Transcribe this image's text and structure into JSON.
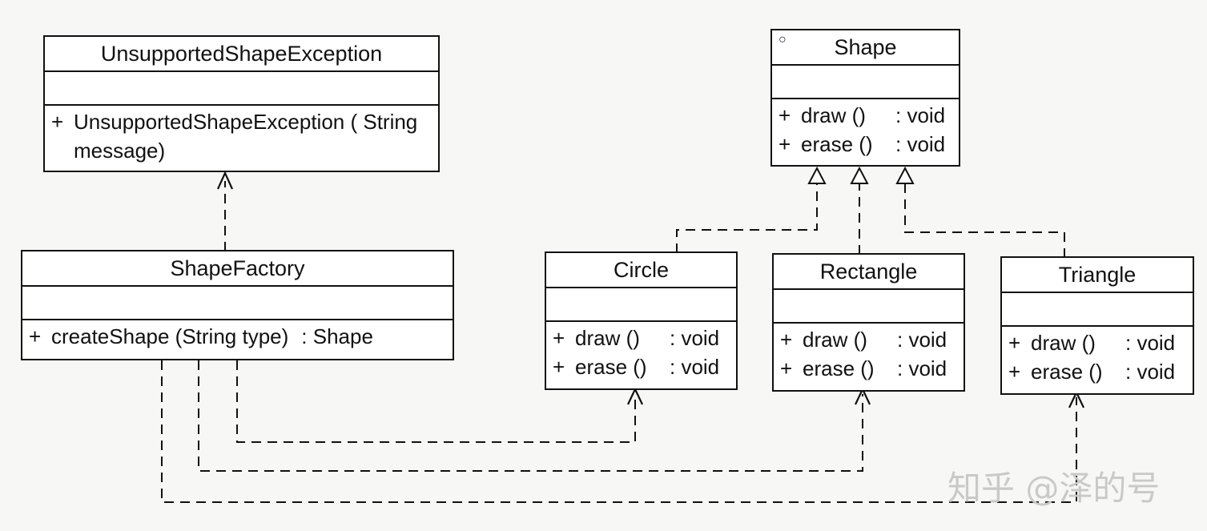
{
  "classes": {
    "exception": {
      "name": "UnsupportedShapeException",
      "operations": [
        {
          "visibility": "+",
          "signature": "UnsupportedShapeException ( String message)"
        }
      ]
    },
    "factory": {
      "name": "ShapeFactory",
      "operations": [
        {
          "visibility": "+",
          "signature": "createShape (String type)",
          "returns": ": Shape"
        }
      ]
    },
    "shape": {
      "name": "Shape",
      "interface_marker": "○",
      "operations": [
        {
          "visibility": "+",
          "signature": "draw ()",
          "returns": ": void"
        },
        {
          "visibility": "+",
          "signature": "erase ()",
          "returns": ": void"
        }
      ]
    },
    "circle": {
      "name": "Circle",
      "operations": [
        {
          "visibility": "+",
          "signature": "draw ()",
          "returns": ": void"
        },
        {
          "visibility": "+",
          "signature": "erase ()",
          "returns": ": void"
        }
      ]
    },
    "rectangle": {
      "name": "Rectangle",
      "operations": [
        {
          "visibility": "+",
          "signature": "draw ()",
          "returns": ": void"
        },
        {
          "visibility": "+",
          "signature": "erase ()",
          "returns": ": void"
        }
      ]
    },
    "triangle": {
      "name": "Triangle",
      "operations": [
        {
          "visibility": "+",
          "signature": "draw ()",
          "returns": ": void"
        },
        {
          "visibility": "+",
          "signature": "erase ()",
          "returns": ": void"
        }
      ]
    }
  },
  "relationships": [
    {
      "type": "dependency",
      "from": "ShapeFactory",
      "to": "UnsupportedShapeException"
    },
    {
      "type": "realization",
      "from": "Circle",
      "to": "Shape"
    },
    {
      "type": "realization",
      "from": "Rectangle",
      "to": "Shape"
    },
    {
      "type": "realization",
      "from": "Triangle",
      "to": "Shape"
    },
    {
      "type": "dependency",
      "from": "ShapeFactory",
      "to": "Circle"
    },
    {
      "type": "dependency",
      "from": "ShapeFactory",
      "to": "Rectangle"
    },
    {
      "type": "dependency",
      "from": "ShapeFactory",
      "to": "Triangle"
    }
  ],
  "watermark": "知乎 @泽的号",
  "colors": {
    "line": "#111111",
    "background": "#f7f7f5",
    "box": "#ffffff",
    "watermark": "#c9c9c9"
  }
}
